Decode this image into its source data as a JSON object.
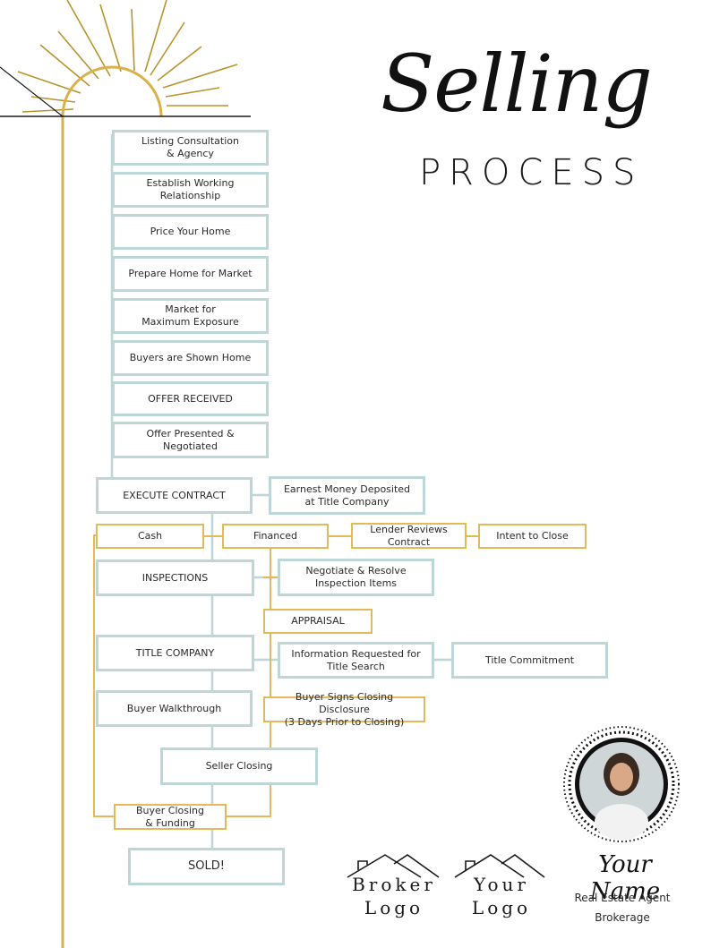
{
  "title": {
    "script": "Selling",
    "sub": "PROCESS"
  },
  "steps": {
    "listing": "Listing Consultation\n& Agency",
    "establish": "Establish Working\nRelationship",
    "price": "Price Your Home",
    "prepare": "Prepare Home for Market",
    "market": "Market for\nMaximum Exposure",
    "shown": "Buyers are Shown Home",
    "offer_received": "OFFER RECEIVED",
    "offer_presented": "Offer Presented &\nNegotiated",
    "execute": "EXECUTE CONTRACT",
    "earnest": "Earnest Money Deposited\nat Title Company",
    "cash": "Cash",
    "financed": "Financed",
    "lender": "Lender Reviews\nContract",
    "intent": "Intent to Close",
    "inspections": "INSPECTIONS",
    "negotiate": "Negotiate & Resolve\nInspection Items",
    "appraisal": "APPRAISAL",
    "title_company": "TITLE COMPANY",
    "info_requested": "Information Requested for\nTitle Search",
    "title_commitment": "Title Commitment",
    "walkthrough": "Buyer Walkthrough",
    "disclosure": "Buyer Signs Closing Disclosure\n(3 Days Prior to Closing)",
    "seller_closing": "Seller Closing",
    "buyer_closing": "Buyer Closing\n& Funding",
    "sold": "SOLD!"
  },
  "logos": {
    "broker": "Broker\nLogo",
    "yours": "Your\nLogo"
  },
  "agent": {
    "signature": "Your Name",
    "role": "Real Estate Agent",
    "brokerage": "Brokerage"
  },
  "colors": {
    "blue_border": "#bdd6d8",
    "gold": "#e3b95c",
    "text": "#2b2b2b"
  }
}
